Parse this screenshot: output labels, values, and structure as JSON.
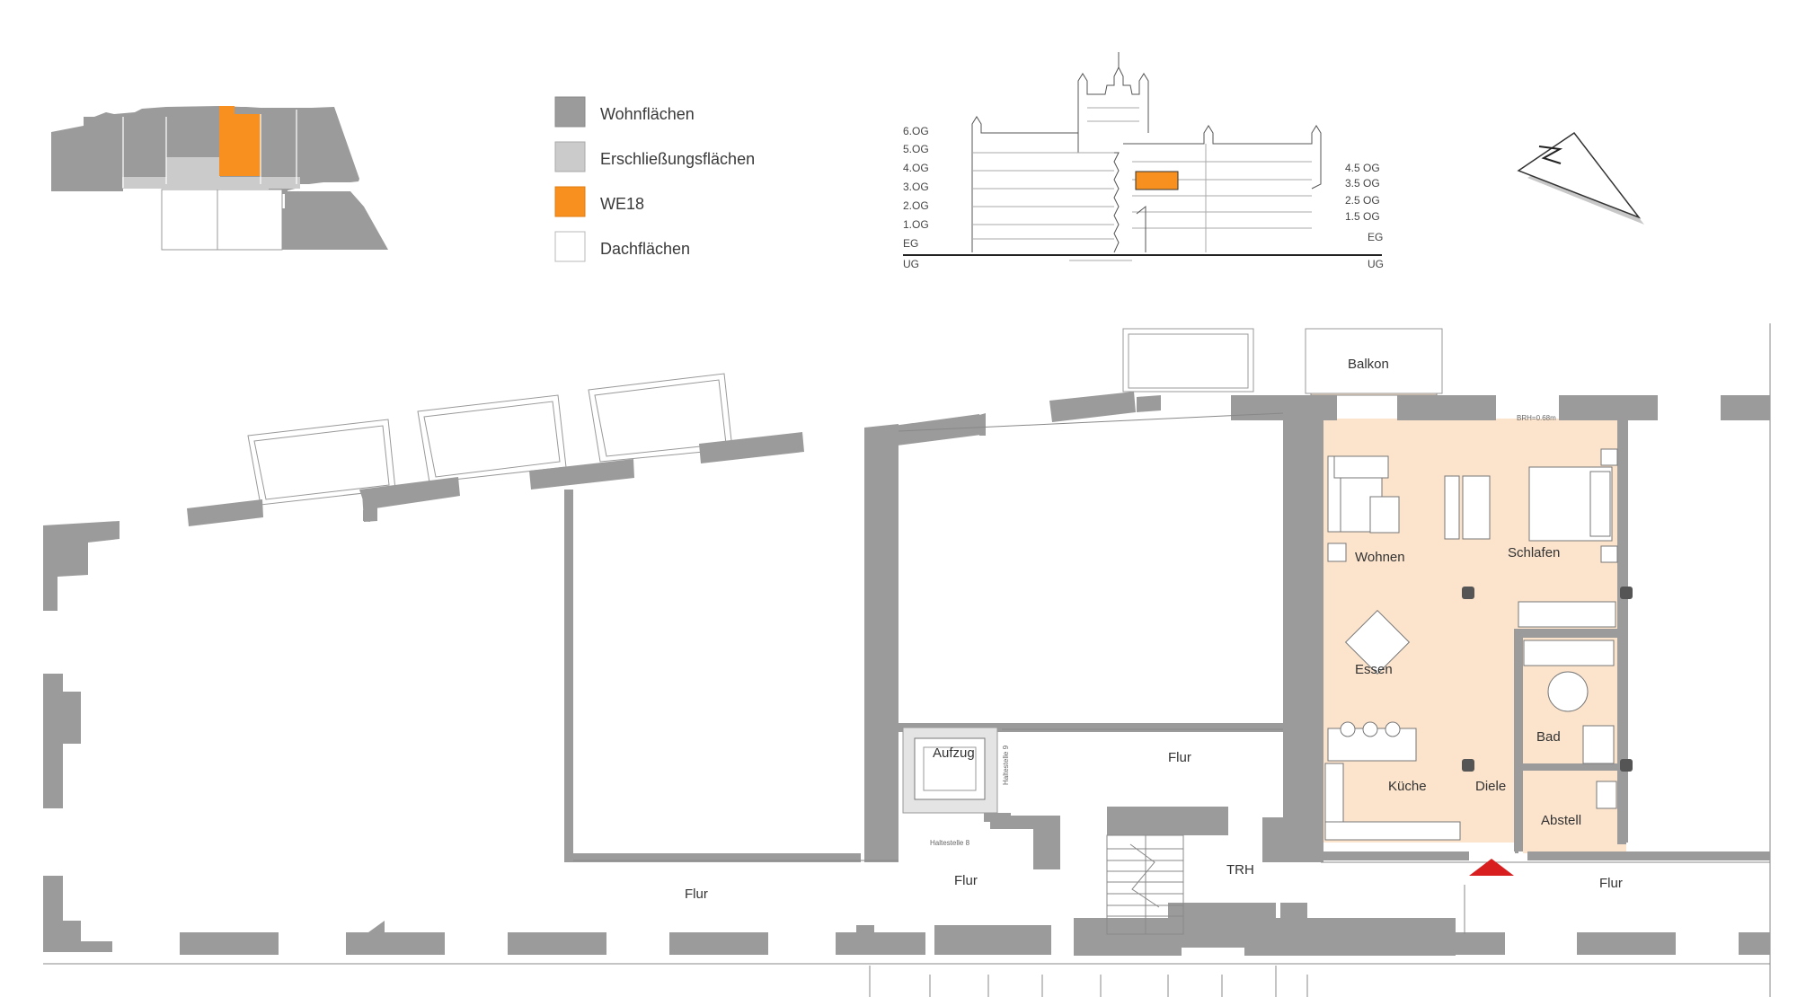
{
  "colors": {
    "wohnflaechen": "#9b9b9b",
    "erschliessung": "#cbcbcb",
    "unit": "#f7901e",
    "unit_floor": "#fbe3cc",
    "dach": "#ffffff",
    "wall": "#9b9b9b",
    "entrance_marker": "#d81e1e"
  },
  "legend": [
    {
      "label": "Wohnflächen",
      "swatch": "wohnflaechen"
    },
    {
      "label": "Erschließungsflächen",
      "swatch": "erschliessung"
    },
    {
      "label": "WE18",
      "swatch": "unit"
    },
    {
      "label": "Dachflächen",
      "swatch": "dach"
    }
  ],
  "section": {
    "left_levels": [
      "6.OG",
      "5.OG",
      "4.OG",
      "3.OG",
      "2.OG",
      "1.OG",
      "EG",
      "UG"
    ],
    "right_levels": [
      "4.5 OG",
      "3.5 OG",
      "2.5 OG",
      "1.5 OG",
      "EG",
      "UG"
    ]
  },
  "rooms": {
    "balkon": "Balkon",
    "wohnen": "Wohnen",
    "schlafen": "Schlafen",
    "essen": "Essen",
    "bad": "Bad",
    "kueche": "Küche",
    "diele": "Diele",
    "abstell": "Abstell",
    "aufzug": "Aufzug",
    "flur_upper": "Flur",
    "flur_left": "Flur",
    "flur_mid": "Flur",
    "flur_right": "Flur",
    "trh": "TRH",
    "haltestelle_9": "Haltestelle 9",
    "haltestelle_8": "Haltestelle 8",
    "brh": "BRH=0.68m"
  },
  "icons": {
    "north": "north-arrow-icon",
    "entrance": "entrance-triangle-icon"
  }
}
